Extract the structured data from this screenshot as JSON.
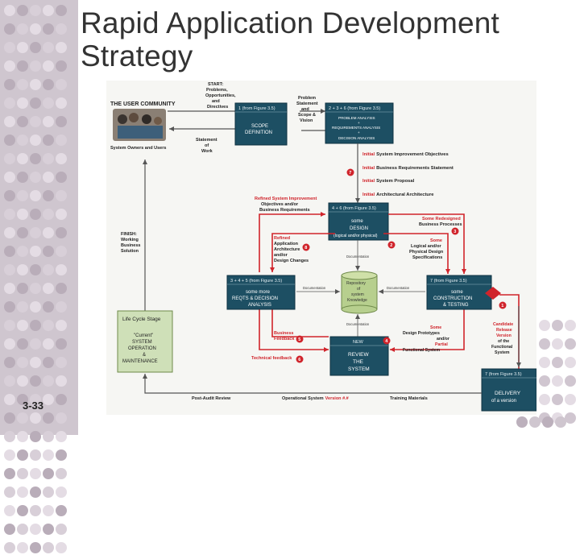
{
  "slide": {
    "title_line1": "Rapid Application Development",
    "title_line2": "Strategy",
    "slide_number": "3-33"
  },
  "colors": {
    "accent_red": "#d0242b",
    "box_teal": "#1d4f63",
    "lifecycle_green": "#cfe0b8"
  },
  "diagram": {
    "user_community": "THE USER COMMUNITY",
    "system_owners_users": "System Owners and Users",
    "start_label": [
      "START:",
      "Problems,",
      "Opportunities,",
      "and",
      "Directives"
    ],
    "problem_statement": [
      "Problem",
      "Statement",
      "and",
      "Scope &",
      "Vision"
    ],
    "statement_of_work": [
      "Statement",
      "of",
      "Work"
    ],
    "box1_header": "1 (from Figure 3.5)",
    "box1_body": [
      "SCOPE",
      "DEFINITION"
    ],
    "box23_header": "2 + 3 + 6 (from Figure 3.5)",
    "box23_body": [
      "PROBLEM ANALYSIS",
      "+",
      "REQUIREMENTS ANALYSIS",
      "+",
      "DECISION ANALYSIS"
    ],
    "initial_items": [
      {
        "prefix": "Initial",
        "text": "System Improvement Objectives"
      },
      {
        "prefix": "Initial",
        "text": "Business Requirements Statement"
      },
      {
        "prefix": "Initial",
        "text": "System Proposal"
      },
      {
        "prefix": "Initial",
        "text": "Architectural Architecture"
      }
    ],
    "refined_label": [
      "Refined System Improvement",
      "Objectives and/or",
      "Business Requirements"
    ],
    "design_header": "4 + 6 (from Figure 3.5)",
    "design_body": [
      "some",
      "DESIGN",
      "(logical and/or physical)"
    ],
    "some_redesigned": [
      "Some Redesigned",
      "Business Processes"
    ],
    "refined_app": [
      "Refined",
      "Application",
      "Architecture",
      "and/or",
      "Design Changes"
    ],
    "some_logical": [
      "Some",
      "Logical and/or",
      "Physical Design",
      "Specifications"
    ],
    "documentation": "Documentation",
    "repository": [
      "Repository",
      "of",
      "system",
      "Knowledge"
    ],
    "reqs_header": "3 + 4 + 5 (from Figure 3.5)",
    "reqs_body": [
      "some more",
      "REQTS & DECISION",
      "ANALYSIS"
    ],
    "construct_header": "7 (from Figure 3.5)",
    "construct_body": [
      "some",
      "CONSTRUCTION",
      "& TESTING"
    ],
    "finish_label": [
      "FINISH:",
      "Working",
      "Business",
      "Solution"
    ],
    "life_cycle_stage": "Life Cycle Stage",
    "lifecycle_body": [
      "\"Current\"",
      "SYSTEM",
      "OPERATION",
      "&",
      "MAINTENANCE"
    ],
    "business_feedback": [
      "Business",
      "Feedback"
    ],
    "technical_feedback": "Technical feedback",
    "some_design_prototypes": [
      "Some",
      "Design Prototypes",
      "and/or",
      "Partial",
      "Functional System"
    ],
    "candidate_release": [
      "Candidate",
      "Release",
      "Version",
      "of the",
      "Functional",
      "System"
    ],
    "review_header": "NEW",
    "review_body": [
      "REVIEW",
      "THE",
      "SYSTEM"
    ],
    "delivery_header": "7 (from Figure 3.5)",
    "delivery_body": [
      "DELIVERY",
      "of a version"
    ],
    "post_audit": "Post-Audit Review",
    "operational_system": "Operational System",
    "operational_version": "Version #.#",
    "training_materials": "Training Materials",
    "markers": [
      "1",
      "2",
      "3",
      "4",
      "5",
      "6",
      "7",
      "8"
    ]
  }
}
